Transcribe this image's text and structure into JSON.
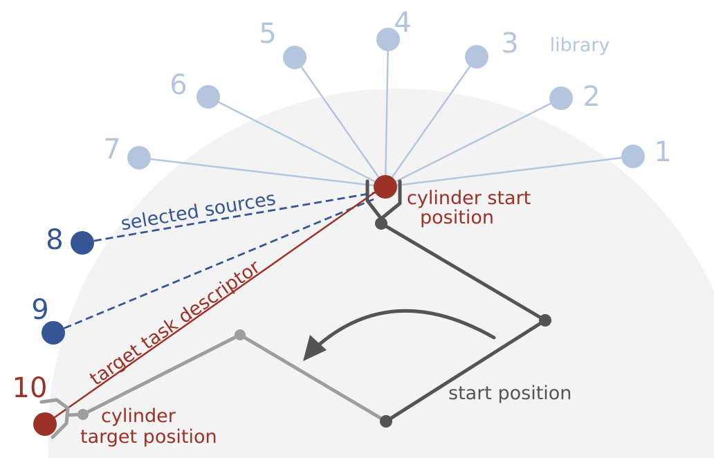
{
  "colors": {
    "library": "#b4c6de",
    "selected": "#355594",
    "target": "#9c3127",
    "arm_dark": "#545454",
    "arm_light": "#9e9e9e",
    "background_disc": "#f3f3f3"
  },
  "library": {
    "label": "library",
    "nodes": [
      {
        "id": "1",
        "label": "1"
      },
      {
        "id": "2",
        "label": "2"
      },
      {
        "id": "3",
        "label": "3"
      },
      {
        "id": "4",
        "label": "4"
      },
      {
        "id": "5",
        "label": "5"
      },
      {
        "id": "6",
        "label": "6"
      },
      {
        "id": "7",
        "label": "7"
      }
    ]
  },
  "selected_sources": {
    "label": "selected sources",
    "nodes": [
      {
        "id": "8",
        "label": "8"
      },
      {
        "id": "9",
        "label": "9"
      }
    ]
  },
  "target": {
    "node_label": "10",
    "descriptor_label": "target task descriptor"
  },
  "labels": {
    "cylinder_start_line1": "cylinder start",
    "cylinder_start_line2": "position",
    "cylinder_target_line1": "cylinder",
    "cylinder_target_line2": "target position",
    "start_position": "start position"
  }
}
